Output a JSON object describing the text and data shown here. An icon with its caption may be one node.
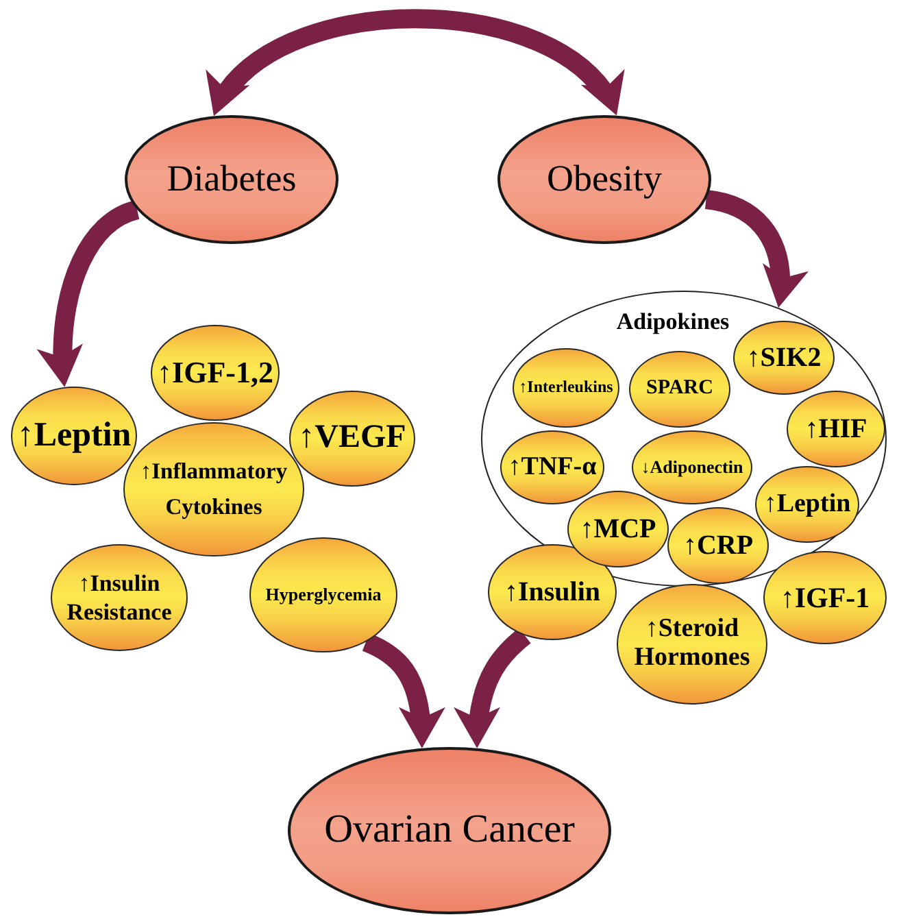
{
  "diagram": {
    "nodes": [
      {
        "text": [
          "Diabetes"
        ]
      },
      {
        "text": [
          "Obesity"
        ]
      },
      {
        "text": [
          "↑IGF-1,2"
        ]
      },
      {
        "text": [
          "↑Leptin"
        ]
      },
      {
        "text": [
          "↑VEGF"
        ]
      },
      {
        "text": [
          "↑Inflammatory Cytokines"
        ]
      },
      {
        "text": [
          "↑Insulin Resistance"
        ]
      },
      {
        "text": [
          "Hyperglycemia"
        ]
      },
      {
        "text": [
          "Adipokines"
        ]
      },
      {
        "text": [
          "↑Interleukins"
        ],
        "in": 8
      },
      {
        "text": [
          "SPARC"
        ],
        "in": 8
      },
      {
        "text": [
          "↑SIK2"
        ],
        "in": 8
      },
      {
        "text": [
          "↑HIF"
        ],
        "in": 8
      },
      {
        "text": [
          "↑TNF-α"
        ],
        "in": 8
      },
      {
        "text": [
          "↓Adiponectin"
        ],
        "in": 8
      },
      {
        "text": [
          "↑Leptin"
        ],
        "in": 8
      },
      {
        "text": [
          "↑MCP"
        ],
        "in": 8
      },
      {
        "text": [
          "↑CRP"
        ],
        "in": 8
      },
      {
        "text": [
          "↑Insulin"
        ]
      },
      {
        "text": [
          "↑Steroid Hormones"
        ]
      },
      {
        "text": [
          "↑IGF-1"
        ]
      },
      {
        "text": [
          "Ovarian Cancer"
        ]
      }
    ],
    "edges": [
      {
        "from": 0,
        "to": 1,
        "arrow": "both"
      },
      {
        "from": 0,
        "to": 3,
        "arrow": "to"
      },
      {
        "from": 1,
        "to": 8,
        "arrow": "to"
      },
      {
        "from": 7,
        "to": 21,
        "arrow": "to"
      },
      {
        "from": 18,
        "to": 21,
        "arrow": "to"
      }
    ]
  }
}
